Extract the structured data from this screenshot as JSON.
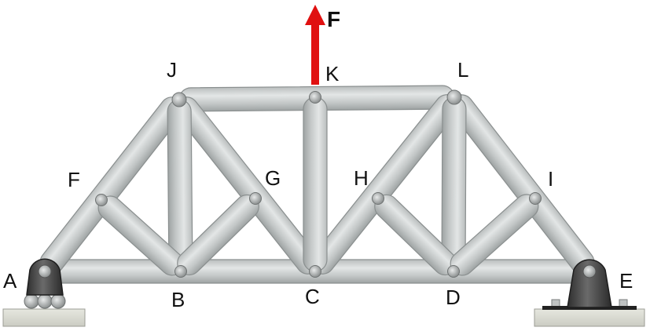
{
  "diagram": {
    "force_label": "F",
    "force_direction": "up",
    "colors": {
      "member": "#c4c8c8",
      "member_edge": "#8a8f8f",
      "pin": "#9a9e9e",
      "support": "#4a4a4a",
      "ground": "#d9dad2",
      "force_arrow": "#e01010"
    },
    "nodes": [
      {
        "id": "A",
        "label": "A"
      },
      {
        "id": "B",
        "label": "B"
      },
      {
        "id": "C",
        "label": "C"
      },
      {
        "id": "D",
        "label": "D"
      },
      {
        "id": "E",
        "label": "E"
      },
      {
        "id": "F",
        "label": "F"
      },
      {
        "id": "G",
        "label": "G"
      },
      {
        "id": "H",
        "label": "H"
      },
      {
        "id": "I",
        "label": "I"
      },
      {
        "id": "J",
        "label": "J"
      },
      {
        "id": "K",
        "label": "K"
      },
      {
        "id": "L",
        "label": "L"
      }
    ],
    "members": [
      [
        "A",
        "E"
      ],
      [
        "J",
        "L"
      ],
      [
        "A",
        "J"
      ],
      [
        "J",
        "C"
      ],
      [
        "C",
        "L"
      ],
      [
        "L",
        "E"
      ],
      [
        "J",
        "B"
      ],
      [
        "K",
        "C"
      ],
      [
        "L",
        "D"
      ],
      [
        "F",
        "B"
      ],
      [
        "B",
        "G"
      ],
      [
        "H",
        "D"
      ],
      [
        "D",
        "I"
      ]
    ],
    "supports": [
      {
        "node": "A",
        "type": "roller"
      },
      {
        "node": "E",
        "type": "pin"
      }
    ]
  }
}
